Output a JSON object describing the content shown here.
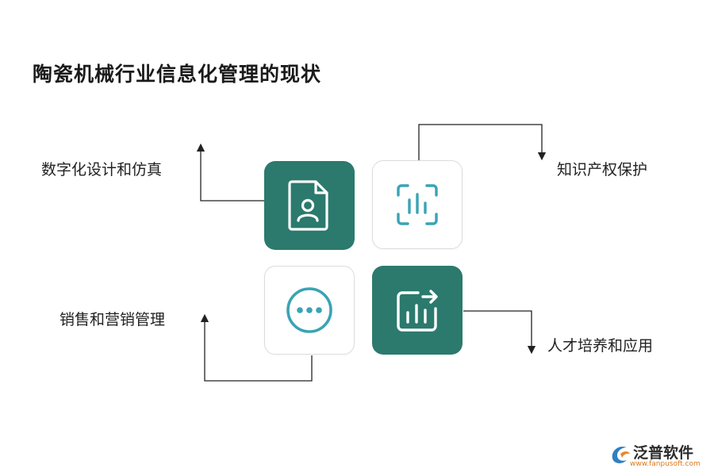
{
  "title": "陶瓷机械行业信息化管理的现状",
  "items": [
    {
      "label": "数字化设计和仿真",
      "icon": "document-user-icon"
    },
    {
      "label": "知识产权保护",
      "icon": "bar-scan-icon"
    },
    {
      "label": "销售和营销管理",
      "icon": "more-dots-icon"
    },
    {
      "label": "人才培养和应用",
      "icon": "chart-arrow-icon"
    }
  ],
  "colors": {
    "dark_tile": "#2b7a6d",
    "icon_teal": "#3aa3b5",
    "line": "#222222"
  },
  "logo": {
    "name": "泛普软件",
    "url": "www.fanpusoft.com"
  }
}
